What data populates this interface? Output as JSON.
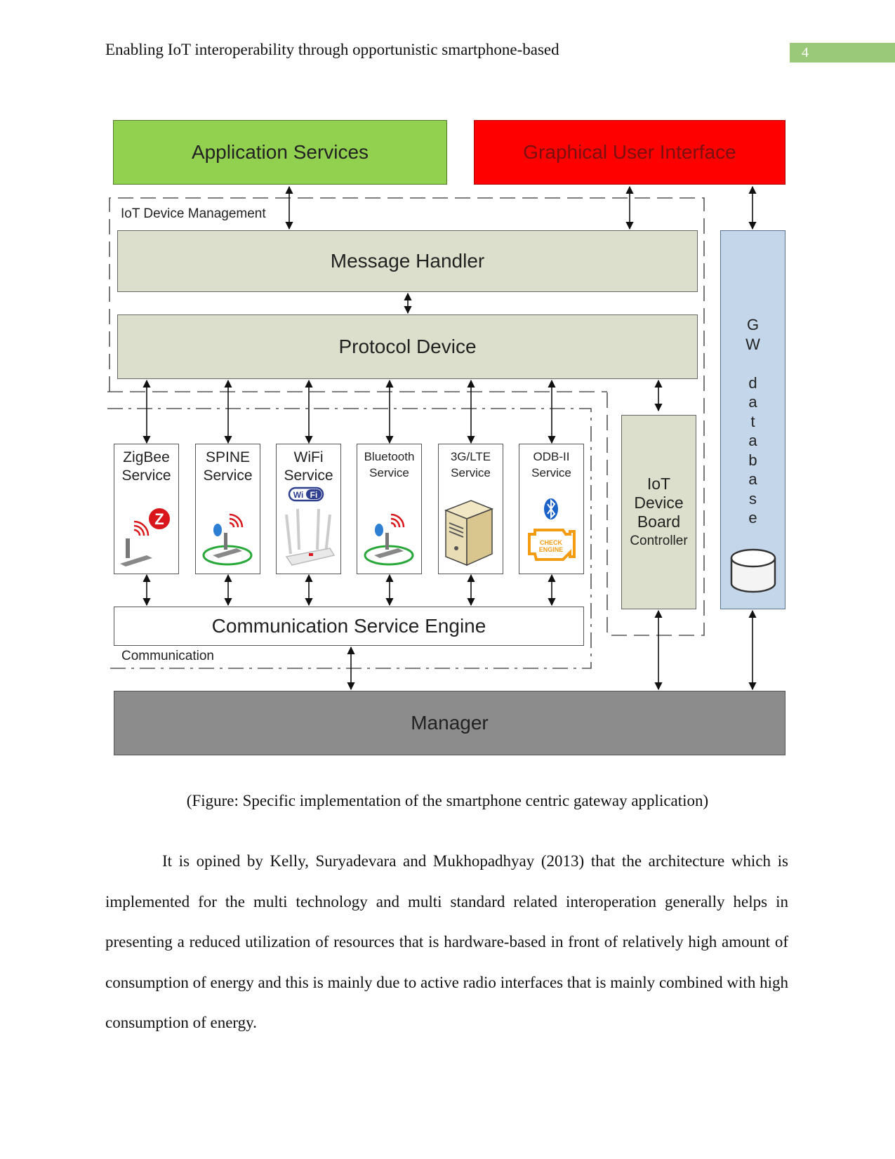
{
  "header": {
    "title": "Enabling IoT interoperability through opportunistic smartphone-based",
    "page_number": "4"
  },
  "figure": {
    "application_services": "Application Services",
    "gui": "Graphical User Interface",
    "iot_device_management": "IoT Device Management",
    "message_handler": "Message Handler",
    "protocol_device": "Protocol Device",
    "services": [
      {
        "line1": "ZigBee",
        "line2": "Service",
        "icon": "zigbee-router-icon"
      },
      {
        "line1": "SPINE",
        "line2": "Service",
        "icon": "spine-sensor-icon"
      },
      {
        "line1": "WiFi",
        "line2": "Service",
        "icon": "wifi-router-icon"
      },
      {
        "line1": "Bluetooth",
        "line2": "Service",
        "icon": "bluetooth-sensor-icon"
      },
      {
        "line1": "3G/LTE",
        "line2": "Service",
        "icon": "server-tower-icon"
      },
      {
        "line1": "ODB-II",
        "line2": "Service",
        "icon": "check-engine-icon"
      }
    ],
    "communication_service_engine": "Communication Service Engine",
    "communication": "Communication",
    "iot_device_board_controller": [
      "IoT",
      "Device",
      "Board",
      "Controller"
    ],
    "gw_database": [
      "G",
      "W",
      "",
      "d",
      "a",
      "t",
      "a",
      "b",
      "a",
      "s",
      "e"
    ],
    "manager": "Manager",
    "colors": {
      "application_services": "#92d050",
      "gui": "#ff0000",
      "handler": "#dcdfcb",
      "database": "#c4d6ea",
      "manager": "#8c8c8c",
      "page_badge": "#9bc97a"
    }
  },
  "caption": "(Figure: Specific implementation of the smartphone centric gateway application)",
  "paragraph": "It is opined by Kelly, Suryadevara and Mukhopadhyay (2013) that the architecture which is implemented for the multi technology and multi standard related interoperation generally helps in presenting a reduced utilization of resources that is hardware-based in front of relatively high amount of consumption of energy and this is mainly due to active radio interfaces that is mainly combined with high consumption of energy."
}
